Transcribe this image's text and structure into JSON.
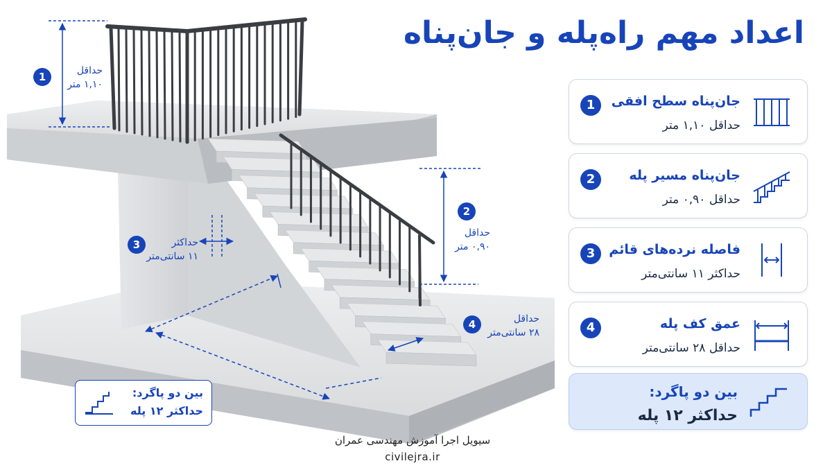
{
  "title": "اعداد مهم راه‌پله و جان‌پناه",
  "cards": [
    {
      "number": "1",
      "title": "جان‌پناه سطح افقی",
      "subtitle": "حداقل ۱,۱۰ متر",
      "icon": "horizontal-railing-icon"
    },
    {
      "number": "2",
      "title": "جان‌پناه مسیر پله",
      "subtitle": "حداقل ۰,۹۰ متر",
      "icon": "stair-railing-icon"
    },
    {
      "number": "3",
      "title": "فاصله نرده‌های قائم",
      "subtitle": "حداکثر ۱۱ سانتی‌متر",
      "icon": "baluster-gap-icon"
    },
    {
      "number": "4",
      "title": "عمق کف پله",
      "subtitle": "حداقل ۲۸ سانتی‌متر",
      "icon": "tread-depth-icon"
    }
  ],
  "landing_card": {
    "title": "بین دو پاگرد:",
    "subtitle": "حداکثر ۱۲ پله",
    "icon": "stairs-icon"
  },
  "annotations": {
    "a1": {
      "number": "1",
      "line1": "حداقل",
      "line2": "۱,۱۰ متر"
    },
    "a2": {
      "number": "2",
      "line1": "حداقل",
      "line2": "۰,۹۰ متر"
    },
    "a3": {
      "number": "3",
      "line1": "حداکثر",
      "line2": "۱۱ سانتی‌متر"
    },
    "a4": {
      "number": "4",
      "line1": "حداقل",
      "line2": "۲۸ سانتی‌متر"
    }
  },
  "callout": {
    "line1": "بین دو پاگرد:",
    "line2": "حداکثر ۱۲ پله"
  },
  "footer": {
    "line1": "سیویل اجرا  آموزش مهندسی عمران",
    "line2": "civilejra.ir"
  },
  "colors": {
    "accent": "#1744b8",
    "concrete": "#dfe1e3",
    "card_highlight": "#dde9fb"
  }
}
